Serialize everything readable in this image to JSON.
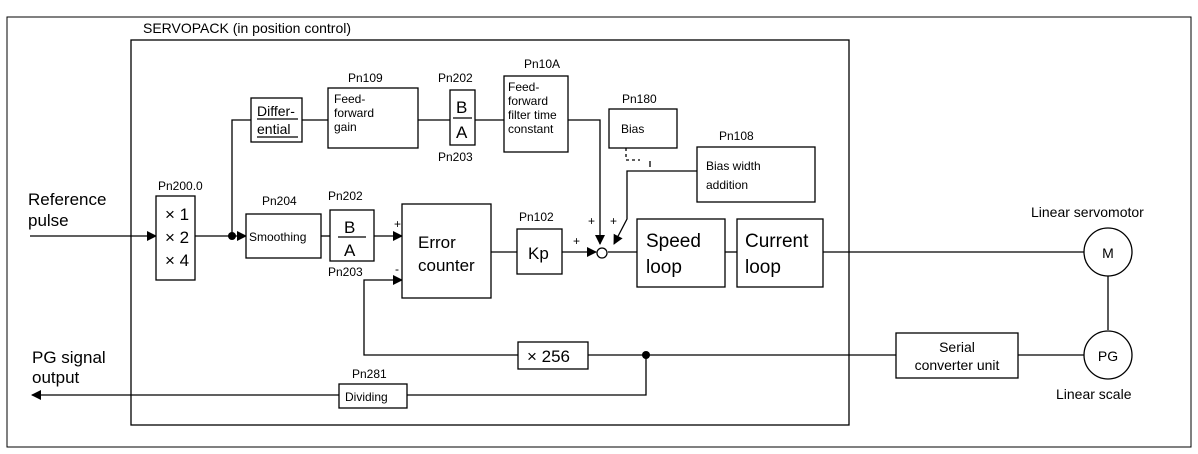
{
  "title": "SERVOPACK (in position control)",
  "inputs": {
    "reference_line1": "Reference",
    "reference_line2": "pulse"
  },
  "outputs": {
    "pg_line1": "PG signal",
    "pg_line2": "output"
  },
  "multiplier": {
    "param": "Pn200.0",
    "x1": "× 1",
    "x2": "× 2",
    "x4": "× 4"
  },
  "differential": {
    "line1": "Differ-",
    "line2": "ential"
  },
  "ff_gain": {
    "param": "Pn109",
    "line1": "Feed-",
    "line2": "forward",
    "line3": "gain"
  },
  "ratio_top": {
    "param_top": "Pn202",
    "num": "B",
    "den": "A",
    "param_bottom": "Pn203"
  },
  "ff_filter": {
    "param": "Pn10A",
    "line1": "Feed-",
    "line2": "forward",
    "line3": "filter time",
    "line4": "constant"
  },
  "bias": {
    "param": "Pn180",
    "label": "Bias"
  },
  "bias_width": {
    "param": "Pn108",
    "line1": "Bias width",
    "line2": "addition"
  },
  "smoothing": {
    "param": "Pn204",
    "label": "Smoothing"
  },
  "ratio_main": {
    "param_top": "Pn202",
    "num": "B",
    "den": "A",
    "param_bottom": "Pn203"
  },
  "error_counter": {
    "line1": "Error",
    "line2": "counter"
  },
  "kp": {
    "param": "Pn102",
    "label": "Kp"
  },
  "speed_loop": {
    "line1": "Speed",
    "line2": "loop"
  },
  "current_loop": {
    "line1": "Current",
    "line2": "loop"
  },
  "motor": {
    "caption": "Linear servomotor",
    "symbol": "M"
  },
  "scale": {
    "caption": "Linear scale",
    "symbol": "PG"
  },
  "serial_converter": {
    "line1": "Serial",
    "line2": "converter unit"
  },
  "multiplier256": {
    "label": "× 256"
  },
  "dividing": {
    "param": "Pn281",
    "label": "Dividing"
  },
  "signs": {
    "plus": "+",
    "minus": "-"
  }
}
